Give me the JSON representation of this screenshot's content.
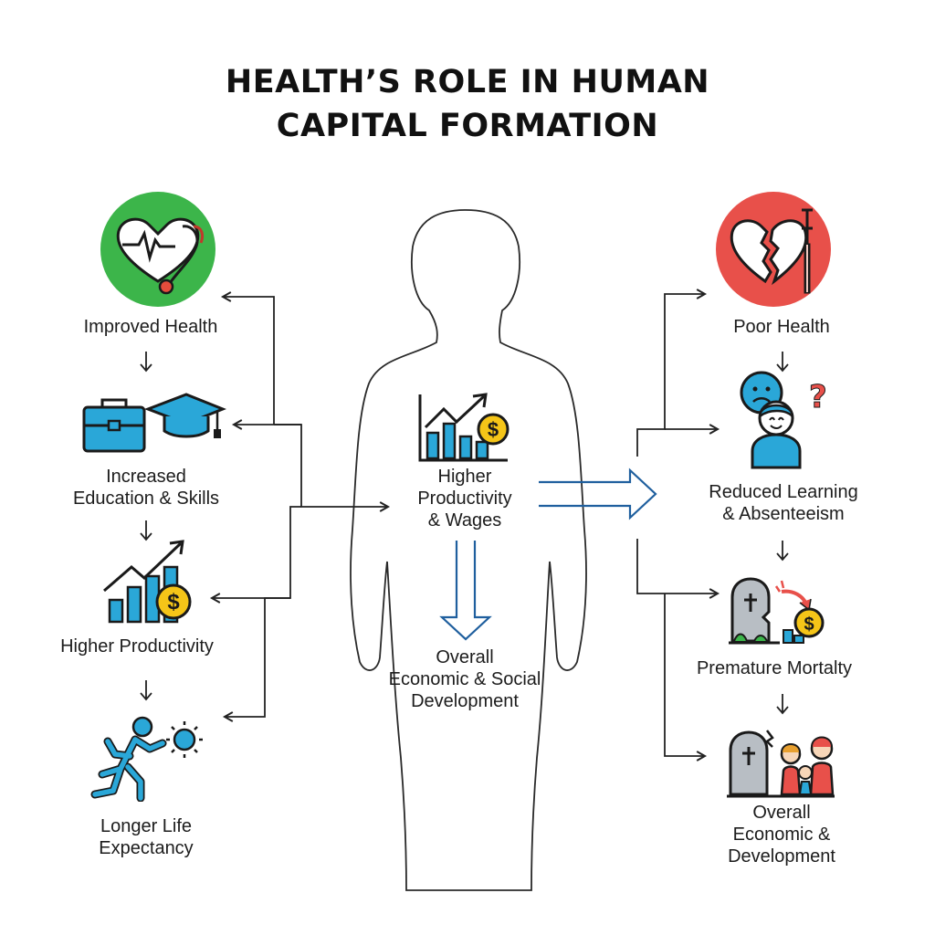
{
  "title": {
    "line1": "HEALTH’S ROLE IN HUMAN",
    "line2": "CAPITAL FORMATION"
  },
  "colors": {
    "positive_circle": "#3cb54a",
    "negative_circle": "#e8504a",
    "icon_blue": "#2aa7d8",
    "coin_yellow": "#f5c518",
    "arrow_dark": "#222222",
    "arrow_blue": "#1f5f9e"
  },
  "left_chain": [
    {
      "id": "improved-health",
      "lines": [
        "Improved Health"
      ],
      "icon": "heart-stethoscope-icon"
    },
    {
      "id": "increased-education",
      "lines": [
        "Increased",
        "Education & Skills"
      ],
      "icon": "briefcase-graduation-cap-icon"
    },
    {
      "id": "higher-productivity",
      "lines": [
        "Higher Productivity"
      ],
      "icon": "rising-bar-chart-coin-icon"
    },
    {
      "id": "longer-life",
      "lines": [
        "Longer Life",
        "Expectancy"
      ],
      "icon": "running-person-sun-icon"
    }
  ],
  "center": {
    "top_lines": [
      "Higher",
      "Productivity",
      "& Wages"
    ],
    "bottom_lines": [
      "Overall",
      "Economic & Social",
      "Development"
    ],
    "icon": "growth-chart-coin-icon"
  },
  "right_chain": [
    {
      "id": "poor-health",
      "lines": [
        "Poor Health"
      ],
      "icon": "broken-heart-crutch-icon"
    },
    {
      "id": "reduced-learning",
      "lines": [
        "Reduced Learning",
        "& Absenteeism"
      ],
      "icon": "sad-student-question-icon"
    },
    {
      "id": "premature-mortality",
      "lines": [
        "Premature Mortalty"
      ],
      "icon": "gravestone-declining-coin-icon"
    },
    {
      "id": "overall-development",
      "lines": [
        "Overall",
        "Economic &",
        "Development"
      ],
      "icon": "gravestone-family-icon"
    }
  ]
}
